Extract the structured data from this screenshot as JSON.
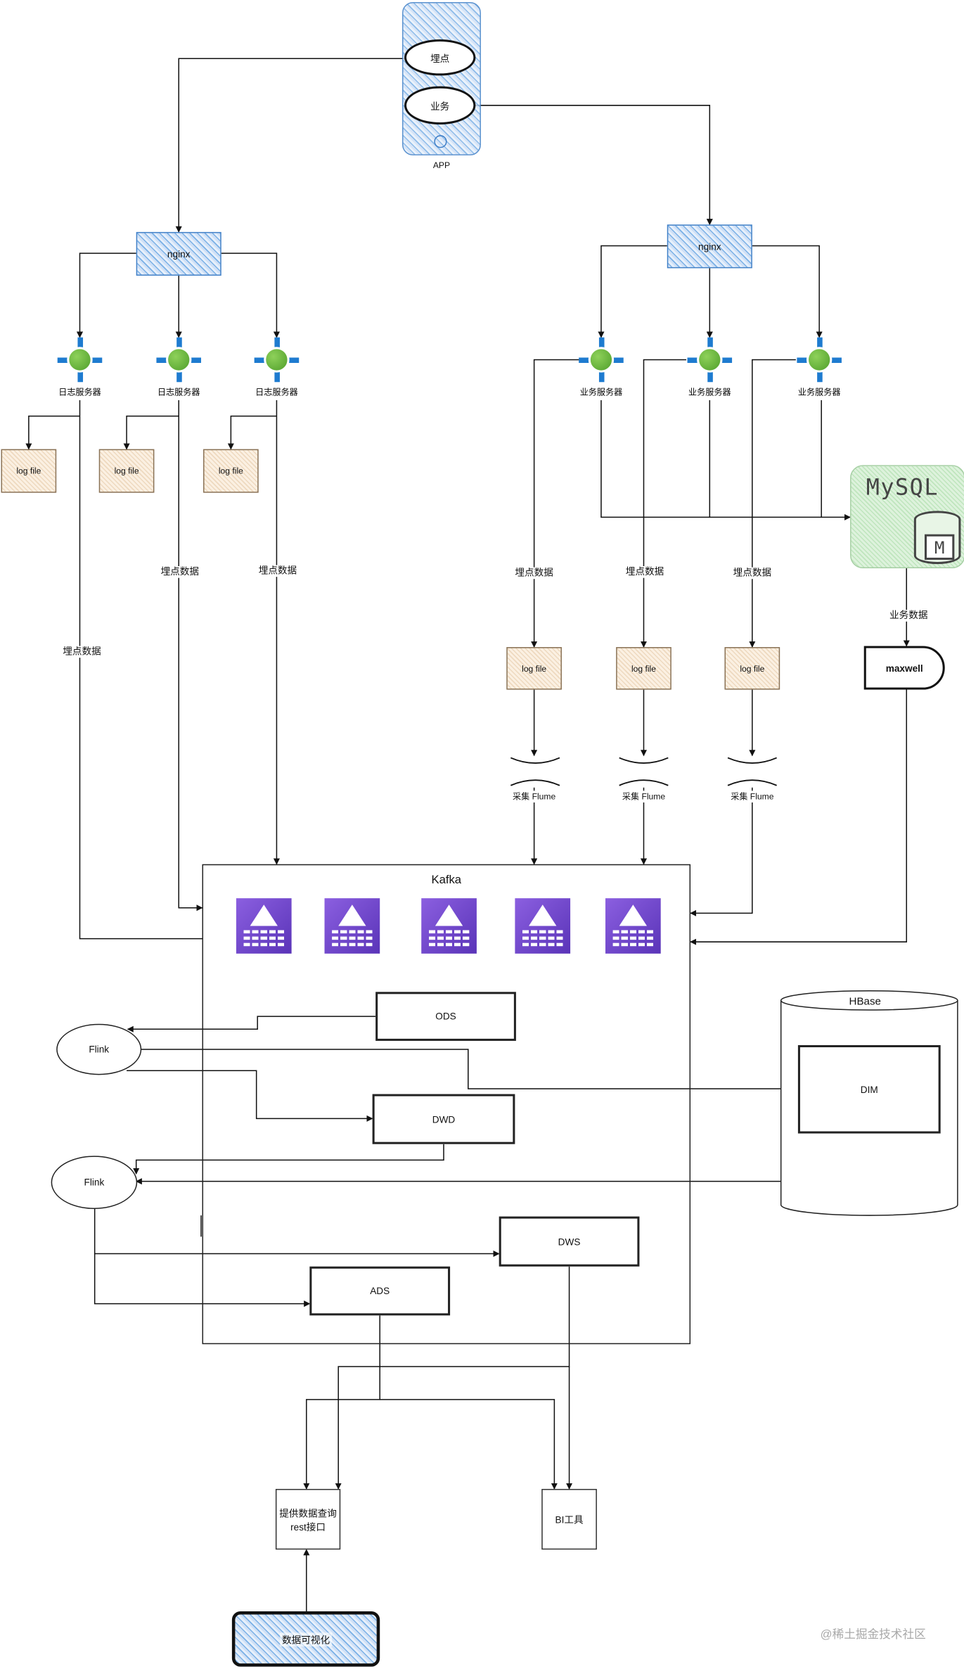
{
  "app": {
    "label": "APP",
    "bury_label": "埋点",
    "business_label": "业务"
  },
  "nginx_left": {
    "label": "nginx"
  },
  "nginx_right": {
    "label": "nginx"
  },
  "log_servers": [
    {
      "label": "日志服务器"
    },
    {
      "label": "日志服务器"
    },
    {
      "label": "日志服务器"
    }
  ],
  "biz_servers": [
    {
      "label": "业务服务器"
    },
    {
      "label": "业务服务器"
    },
    {
      "label": "业务服务器"
    }
  ],
  "left_log_files": [
    {
      "label": "log file"
    },
    {
      "label": "log file"
    },
    {
      "label": "log file"
    }
  ],
  "right_log_files": [
    {
      "label": "log file"
    },
    {
      "label": "log file"
    },
    {
      "label": "log file"
    }
  ],
  "edge_labels": {
    "bury_data": "埋点数据",
    "business_data": "业务数据"
  },
  "flume": [
    {
      "label": "采集 Flume"
    },
    {
      "label": "采集 Flume"
    },
    {
      "label": "采集 Flume"
    }
  ],
  "mysql": {
    "label": "MySQL",
    "badge": "M"
  },
  "maxwell": {
    "label": "maxwell"
  },
  "kafka": {
    "label": "Kafka",
    "topic_count": 5
  },
  "layers": {
    "ods": "ODS",
    "dwd": "DWD",
    "dws": "DWS",
    "ads": "ADS",
    "dim": "DIM"
  },
  "flink": [
    {
      "label": "Flink"
    },
    {
      "label": "Flink"
    }
  ],
  "hbase": {
    "label": "HBase"
  },
  "rest_api": {
    "line1": "提供数据查询",
    "line2": "rest接口"
  },
  "bi_tool": {
    "label": "BI工具"
  },
  "visualization": {
    "label": "数据可视化"
  },
  "watermark": {
    "text": "@稀土掘金技术社区"
  },
  "colors": {
    "line": "#111111",
    "hatch_blue": "#7ab0e6",
    "log_file_fill": "#fbf0e2",
    "mysql_fill": "#ddf2dc",
    "kafka_icon": "#6a3fc8",
    "spring_green": "#6db33f"
  }
}
